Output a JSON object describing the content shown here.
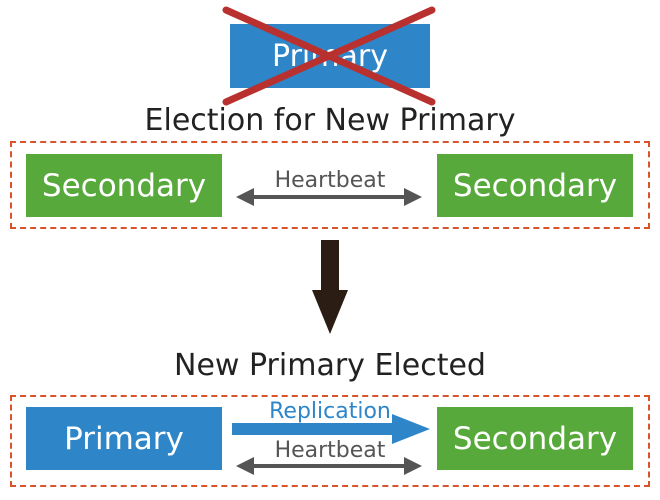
{
  "old_primary": {
    "label": "Primary",
    "status": "failed"
  },
  "election_section": {
    "title": "Election for New Primary",
    "left_node": "Secondary",
    "right_node": "Secondary",
    "link_label": "Heartbeat"
  },
  "elected_section": {
    "title": "New Primary Elected",
    "left_node": "Primary",
    "right_node": "Secondary",
    "replication_label": "Replication",
    "heartbeat_label": "Heartbeat"
  },
  "colors": {
    "primary": "#2e86c8",
    "secondary": "#58a93b",
    "cross": "#b8312f",
    "dashed_border": "#d9542b",
    "heartbeat_arrow": "#555555",
    "replication_arrow": "#2e86c8",
    "flow_arrow": "#2b1d14"
  },
  "icons": [
    "cross-mark-icon",
    "down-arrow-icon"
  ]
}
